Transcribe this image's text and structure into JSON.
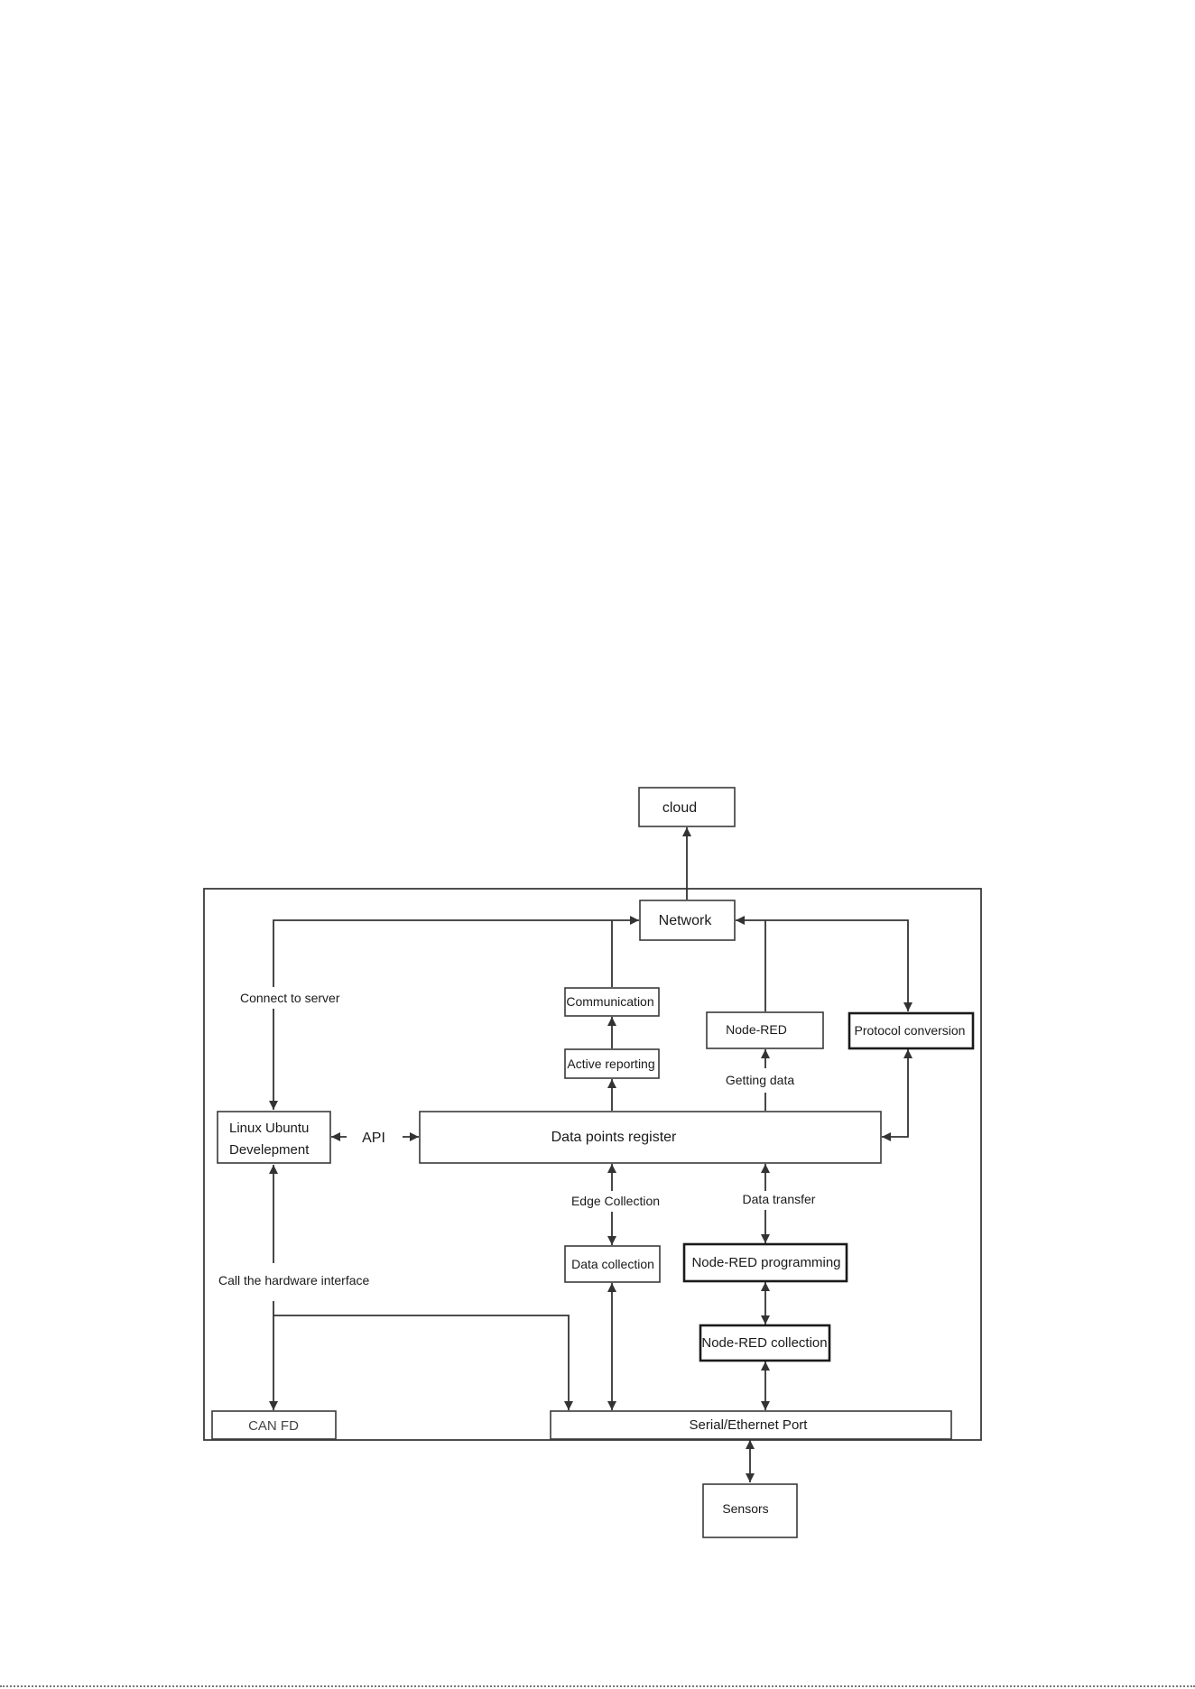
{
  "diagram": {
    "boxes": {
      "cloud": "cloud",
      "network": "Network",
      "communication": "Communication",
      "node_red": "Node-RED",
      "protocol_conversion": "Protocol conversion",
      "active_reporting": "Active reporting",
      "linux_line1": "Linux Ubuntu",
      "linux_line2": "Develepment",
      "data_points_register": "Data points register",
      "data_collection": "Data collection",
      "node_red_programming": "Node-RED programming",
      "node_red_collection": "Node-RED collection",
      "can_fd": "CAN FD",
      "serial_port": "Serial/Ethernet Port",
      "sensors": "Sensors"
    },
    "labels": {
      "connect_to_server": "Connect to server",
      "getting_data": "Getting data",
      "api": "API",
      "edge_collection": "Edge Collection",
      "data_transfer": "Data transfer",
      "call_hardware": "Call the hardware interface"
    }
  }
}
